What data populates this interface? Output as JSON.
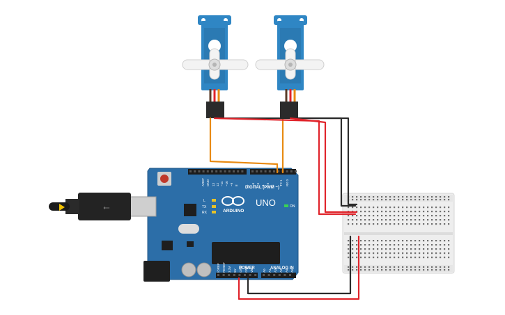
{
  "board": {
    "brand": "ARDUINO",
    "model": "UNO",
    "on_label": "ON",
    "digital_header": "DIGITAL (PWM ~)",
    "power_header": "POWER",
    "analog_header": "ANALOG IN",
    "led_labels": [
      "L",
      "TX",
      "RX"
    ],
    "top_pin_labels": [
      "AREF",
      "GND",
      "13",
      "12",
      "~11",
      "~10",
      "~9",
      "8",
      "7",
      "~6",
      "~5",
      "4",
      "~3",
      "2",
      "TX 1",
      "RX 0"
    ],
    "power_pin_labels": [
      "IOREF",
      "RESET",
      "3.3V",
      "5V",
      "GND",
      "GND",
      "Vin"
    ],
    "analog_pin_labels": [
      "A0",
      "A1",
      "A2",
      "A3",
      "A4",
      "A5"
    ]
  },
  "colors": {
    "board": "#2c6ea8",
    "servo": "#2f86c4",
    "wire_power": "#e0242b",
    "wire_ground": "#2b2b2b",
    "wire_signal": "#e88a12",
    "on_led": "#39d353"
  },
  "components": [
    "servo-1",
    "servo-2",
    "breadboard-mini",
    "arduino-uno",
    "usb-cable"
  ]
}
